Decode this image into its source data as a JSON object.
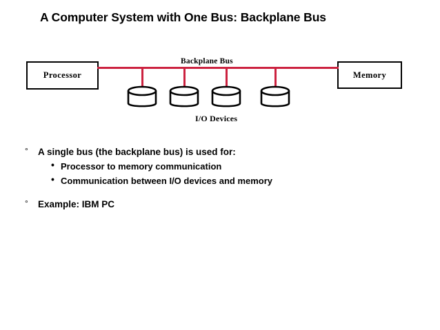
{
  "slide": {
    "title": "A Computer System with One Bus: Backplane Bus"
  },
  "diagram": {
    "processor": {
      "label": "Processor"
    },
    "memory": {
      "label": "Memory"
    },
    "bus": {
      "label": "Backplane Bus",
      "color": "#CC2240",
      "connection_count": 4
    },
    "io": {
      "label": "I/O Devices",
      "devices": [
        {
          "name": "io-device-1"
        },
        {
          "name": "io-device-2"
        },
        {
          "name": "io-device-3"
        },
        {
          "name": "io-device-4"
        }
      ]
    }
  },
  "body": {
    "bullets": [
      {
        "level": 1,
        "marker": "°",
        "text": "A single bus (the backplane bus) is used for:"
      },
      {
        "level": 2,
        "marker": "•",
        "text": "Processor to memory communication"
      },
      {
        "level": 2,
        "marker": "•",
        "text": "Communication between I/O devices and memory"
      },
      {
        "level": 1,
        "marker": "°",
        "text": "Example: IBM PC"
      }
    ]
  }
}
